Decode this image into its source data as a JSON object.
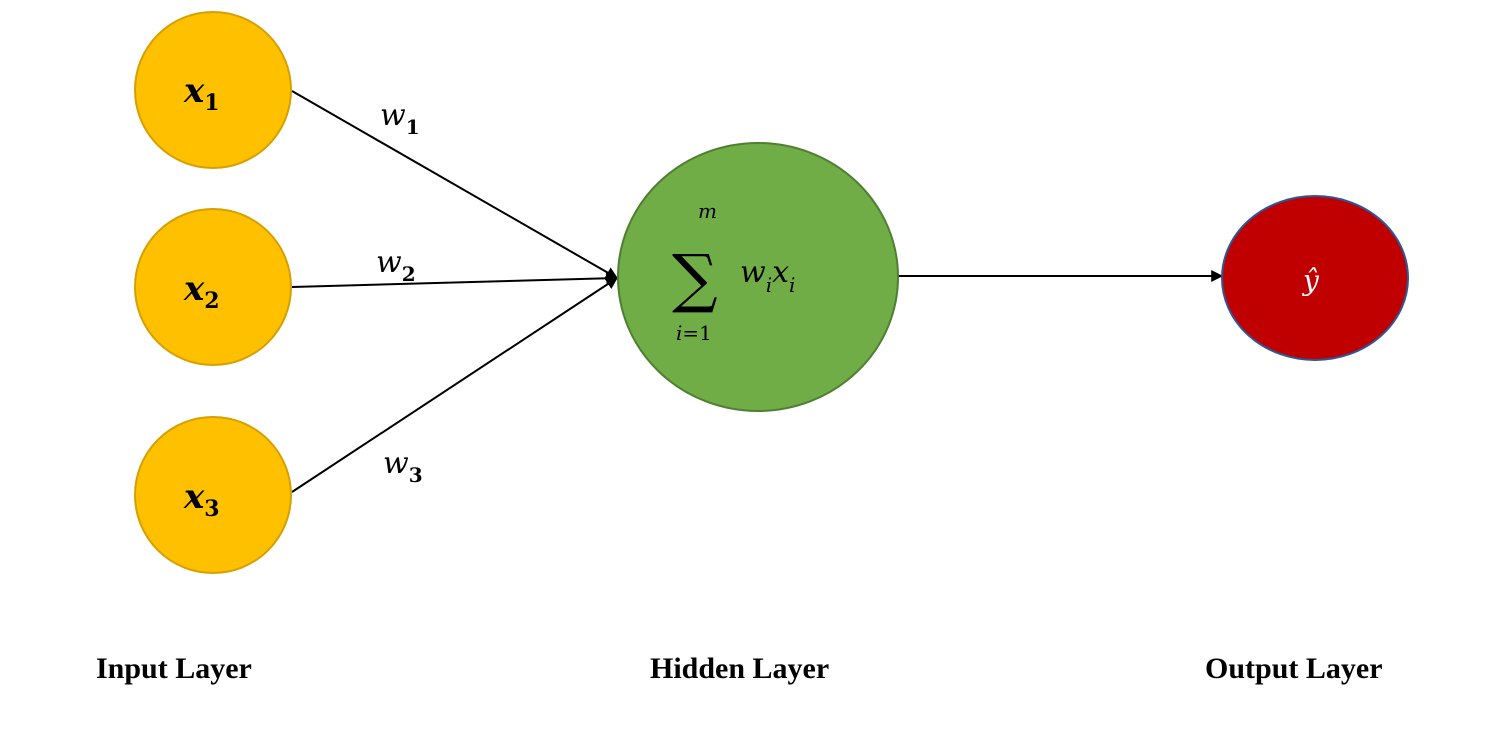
{
  "inputs": [
    {
      "var": "x",
      "sub": "1"
    },
    {
      "var": "x",
      "sub": "2"
    },
    {
      "var": "x",
      "sub": "3"
    }
  ],
  "weights": [
    {
      "var": "w",
      "sub": "1"
    },
    {
      "var": "w",
      "sub": "2"
    },
    {
      "var": "w",
      "sub": "3"
    }
  ],
  "hidden": {
    "sum_symbol": "∑",
    "upper_limit": "m",
    "lower_limit_var": "i",
    "lower_limit_rest": "=1",
    "term_w": "w",
    "term_w_sub": "i",
    "term_x": "x",
    "term_x_sub": "i"
  },
  "output": {
    "label": "ŷ"
  },
  "layers": {
    "input": "Input Layer",
    "hidden": "Hidden Layer",
    "output": "Output Layer"
  },
  "colors": {
    "input_fill": "#FFC000",
    "input_stroke": "#D6A000",
    "hidden_fill": "#70AD47",
    "hidden_stroke": "#507E32",
    "output_fill": "#C00000",
    "output_stroke": "#2F5597",
    "edge": "#000000",
    "background": "#FFFFFF"
  }
}
